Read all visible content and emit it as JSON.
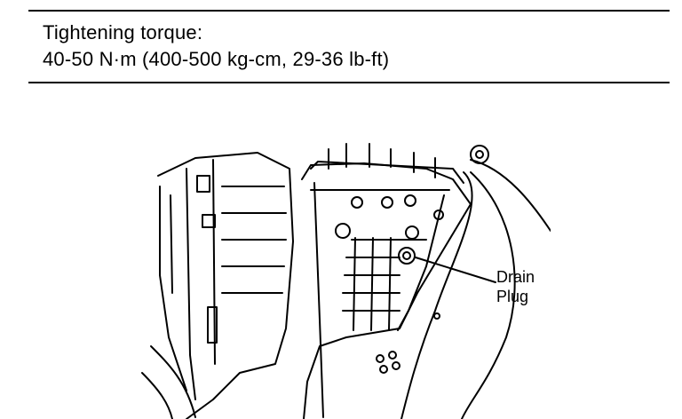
{
  "spec": {
    "heading": "Tightening torque:",
    "value": "40-50 N·m (400-500 kg-cm, 29-36 lb-ft)"
  },
  "callout": {
    "line1": "Drain",
    "line2": "Plug"
  }
}
